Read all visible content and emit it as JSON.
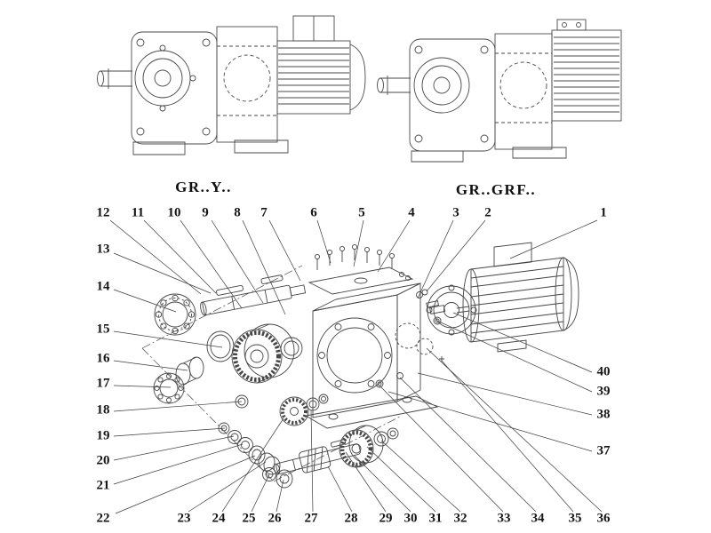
{
  "diagram": {
    "variants": {
      "left": "GR..Y..",
      "right": "GR..GRF.."
    },
    "callouts": {
      "top": [
        "12",
        "11",
        "10",
        "9",
        "8",
        "7",
        "6",
        "5",
        "4",
        "3",
        "2",
        "1"
      ],
      "left": [
        "13",
        "14",
        "15",
        "16",
        "17",
        "18",
        "19",
        "20",
        "21",
        "22"
      ],
      "bottom": [
        "23",
        "24",
        "25",
        "26",
        "27",
        "28",
        "29",
        "30",
        "31",
        "32",
        "33",
        "34",
        "35",
        "36"
      ],
      "right": [
        "40",
        "39",
        "38",
        "37"
      ]
    }
  }
}
